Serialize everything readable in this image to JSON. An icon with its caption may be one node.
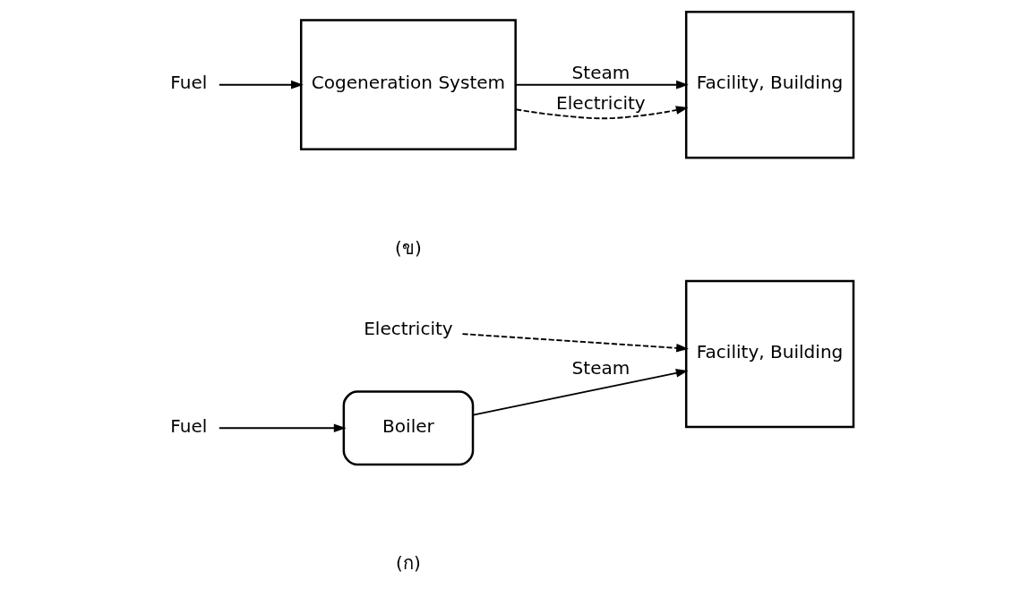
{
  "diagram": {
    "nodes": [
      {
        "text": [
          "Electricity"
        ]
      },
      {
        "text": [
          "Fuel"
        ]
      },
      {
        "text": [
          "Boiler"
        ]
      },
      {
        "text": [
          "Facility, Building"
        ]
      },
      {
        "text": [
          "Fuel"
        ]
      },
      {
        "text": [
          "Cogeneration System"
        ]
      },
      {
        "text": [
          "Facility, Building"
        ]
      }
    ],
    "edges": [
      {
        "from": 0,
        "to": 3,
        "arrow": "to",
        "style": "dashed"
      },
      {
        "from": 1,
        "to": 2,
        "arrow": "to"
      },
      {
        "from": 2,
        "to": 3,
        "arrow": "to",
        "label": "Steam"
      },
      {
        "from": 4,
        "to": 5,
        "arrow": "to"
      },
      {
        "from": 5,
        "to": 6,
        "arrow": "to",
        "label": "Steam"
      },
      {
        "from": 5,
        "to": 6,
        "arrow": "to",
        "label": "Electricity",
        "style": "dashed"
      }
    ],
    "labels": [
      "(ก)",
      "(ข)"
    ]
  }
}
